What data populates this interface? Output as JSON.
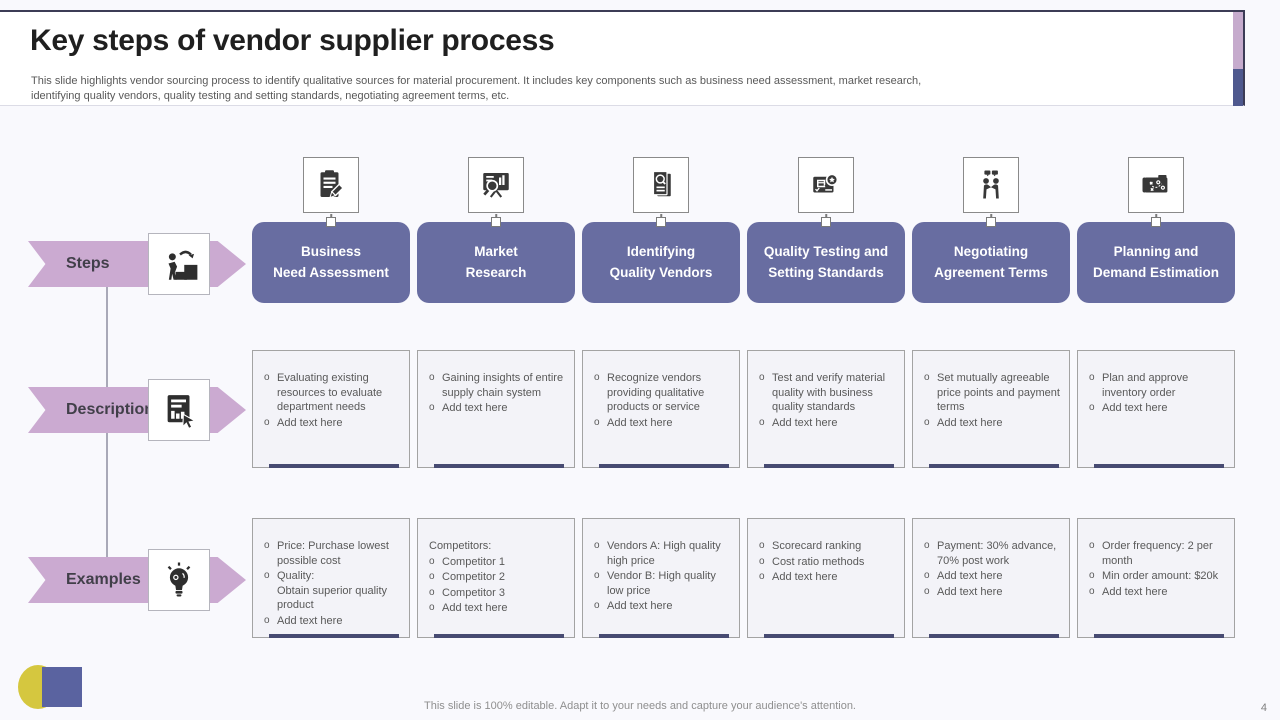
{
  "colors": {
    "step_box": "#686da1",
    "arrow": "#cbaad1",
    "accent_bar_light": "#c6abcd",
    "accent_bar_dark": "#4f598e",
    "cell_accent": "#474b72",
    "yellow_shape": "#d5c73f",
    "square_shape": "#5a63a0"
  },
  "header": {
    "title": "Key steps of vendor supplier process",
    "subtitle": "This slide highlights vendor sourcing process to identify qualitative sources for material procurement. It includes key components such as business need assessment, market research, identifying quality vendors, quality testing and setting standards, negotiating agreement terms, etc."
  },
  "rows": [
    {
      "label": "Steps",
      "icon": "stairs-person-icon"
    },
    {
      "label": "Description",
      "icon": "report-chart-icon"
    },
    {
      "label": "Examples",
      "icon": "lightbulb-icon"
    }
  ],
  "bullet_marker": "o",
  "columns": [
    {
      "icon": "clipboard-pencil-icon",
      "step": "Business\nNeed Assessment",
      "description": {
        "bullets": [
          "Evaluating existing resources to evaluate department needs",
          "Add text here"
        ]
      },
      "examples": {
        "bullets": [
          "Price: Purchase lowest possible cost",
          "Quality:\nObtain superior quality product",
          "Add text here"
        ]
      }
    },
    {
      "icon": "presentation-search-icon",
      "step": "Market\nResearch",
      "description": {
        "bullets": [
          "Gaining insights of entire supply chain system",
          "Add text here"
        ]
      },
      "examples": {
        "heading": "Competitors:",
        "bullets": [
          "Competitor 1",
          "Competitor 2",
          "Competitor 3",
          "Add text here"
        ]
      }
    },
    {
      "icon": "document-magnifier-icon",
      "step": "Identifying\nQuality Vendors",
      "description": {
        "bullets": [
          "Recognize vendors providing qualitative products or service",
          "Add text here"
        ]
      },
      "examples": {
        "bullets": [
          "Vendors A: High quality high price",
          "Vendor B: High quality low price",
          "Add text here"
        ]
      }
    },
    {
      "icon": "package-inspection-icon",
      "step": "Quality Testing and\nSetting Standards",
      "description": {
        "bullets": [
          "Test and verify material quality with business quality standards",
          "Add text here"
        ]
      },
      "examples": {
        "bullets": [
          "Scorecard ranking",
          "Cost ratio methods",
          "Add text here"
        ]
      }
    },
    {
      "icon": "handshake-people-icon",
      "step": "Negotiating\nAgreement Terms",
      "description": {
        "bullets": [
          "Set mutually agreeable price points and payment terms",
          "Add text here"
        ]
      },
      "examples": {
        "bullets": [
          "Payment: 30% advance, 70% post work",
          "Add text here",
          "Add text here"
        ]
      }
    },
    {
      "icon": "strategy-plan-icon",
      "step": "Planning and\nDemand Estimation",
      "description": {
        "bullets": [
          "Plan and approve inventory order",
          "Add text here"
        ]
      },
      "examples": {
        "bullets": [
          "Order frequency: 2 per month",
          "Min order amount: $20k",
          "Add text here"
        ]
      }
    }
  ],
  "footer": {
    "note": "This slide is 100% editable. Adapt it to your needs and capture your audience's attention.",
    "page_number": "4"
  }
}
